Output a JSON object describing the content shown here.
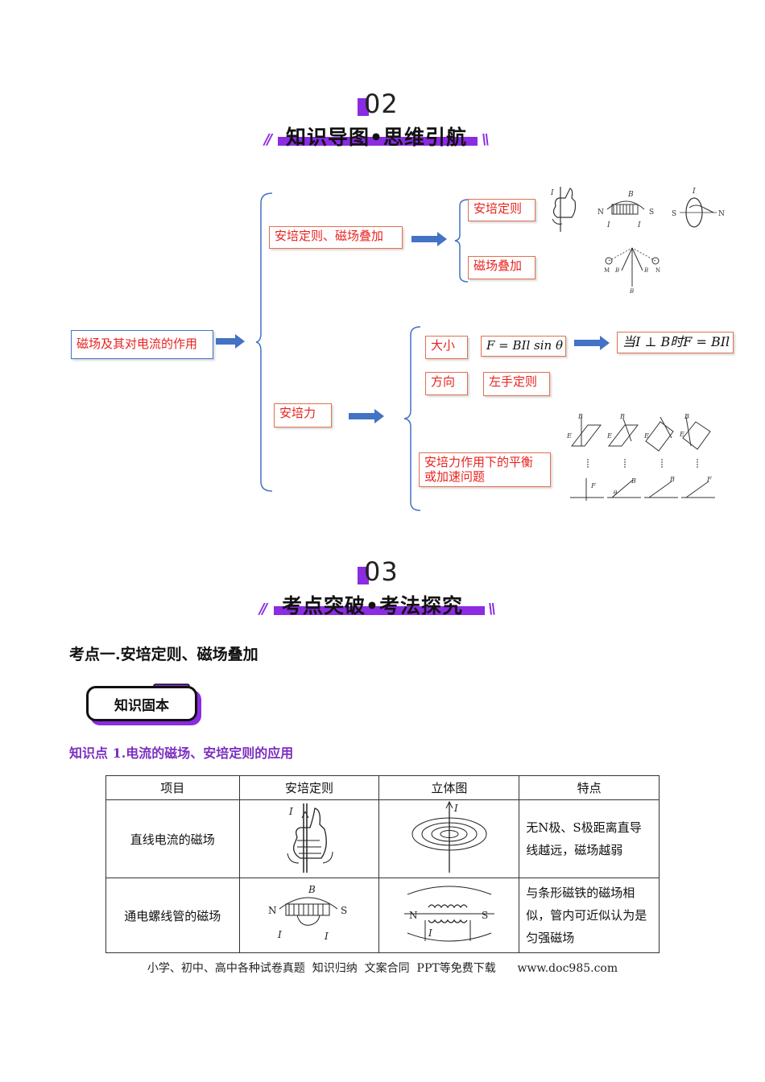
{
  "section2": {
    "number": "02",
    "title": "知识导图•思维引航"
  },
  "section3": {
    "number": "03",
    "title": "考点突破•考法探究"
  },
  "mindmap": {
    "root": "磁场及其对电流的作用",
    "branch1": "安培定则、磁场叠加",
    "branch1_children": {
      "ampere_rule": "安培定则",
      "superposition": "磁场叠加"
    },
    "branch2": "安培力",
    "branch2_children": {
      "magnitude": "大小",
      "formula": "F = BIl sin θ",
      "perp_case": "当I ⊥ B时F = BIl",
      "direction": "方向",
      "left_hand": "左手定则",
      "balance": "安培力作用下的平衡\n或加速问题"
    },
    "fig_labels": {
      "I": "I",
      "B": "B",
      "N": "N",
      "S": "S",
      "M": "M",
      "BN": "B",
      "E": "E",
      "F": "F",
      "theta": "θ"
    }
  },
  "topic1_heading": "考点一.安培定则、磁场叠加",
  "tag_label": "知识固本",
  "kp1_heading": "知识点 1.电流的磁场、安培定则的应用",
  "table": {
    "headers": [
      "项目",
      "安培定则",
      "立体图",
      "特点"
    ],
    "rows": [
      {
        "item": "直线电流的磁场",
        "feature": "无N极、S极距离直导线越远，磁场越弱"
      },
      {
        "item": "通电螺线管的磁场",
        "feature": "与条形磁铁的磁场相似，管内可近似认为是匀强磁场"
      }
    ]
  },
  "footer": "小学、初中、高中各种试卷真题  知识归纳  文案合同  PPT等免费下载      www.doc985.com",
  "colors": {
    "accent": "#8b2be2",
    "red_text": "#e8231f",
    "arrow_blue": "#4472c4",
    "heading_purple": "#7b2fbf"
  }
}
